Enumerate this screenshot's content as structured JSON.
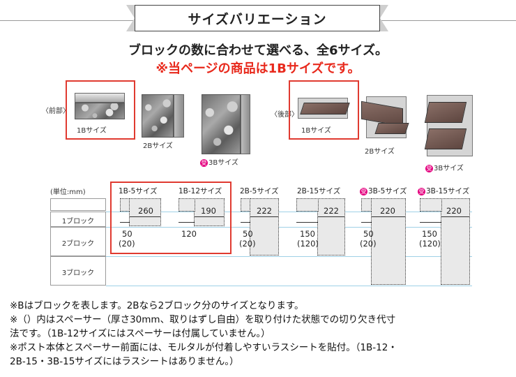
{
  "header": {
    "title": "サイズバリエーション",
    "lead_line1": "ブロックの数に合わせて選べる、全6サイズ。",
    "lead_line2": "※当ページの商品は1Bサイズです。"
  },
  "figures": {
    "front_label": "〈前部〉",
    "back_label": "〈後部〉",
    "front_items": [
      {
        "label": "1Bサイズ"
      },
      {
        "label": "2Bサイズ"
      },
      {
        "label": "3Bサイズ",
        "badge": "受"
      }
    ],
    "back_items": [
      {
        "label": "1Bサイズ"
      },
      {
        "label": "2Bサイズ"
      },
      {
        "label": "3Bサイズ",
        "badge": "受"
      }
    ]
  },
  "table": {
    "unit_label": "(単位:mm)",
    "rows": [
      "1ブロック",
      "2ブロック",
      "3ブロック"
    ],
    "columns": [
      {
        "name": "1B-5サイズ",
        "top": "260",
        "bottom": "50",
        "bottom2": "(20)"
      },
      {
        "name": "1B-12サイズ",
        "top": "190",
        "bottom": "120",
        "bottom2": ""
      },
      {
        "name": "2B-5サイズ",
        "top": "222",
        "bottom": "50",
        "bottom2": "(20)"
      },
      {
        "name": "2B-15サイズ",
        "top": "222",
        "bottom": "150",
        "bottom2": "(120)"
      },
      {
        "name": "3B-5サイズ",
        "badge": "受",
        "top": "220",
        "bottom": "50",
        "bottom2": "(20)"
      },
      {
        "name": "3B-15サイズ",
        "badge": "受",
        "top": "220",
        "bottom": "150",
        "bottom2": "(120)"
      }
    ]
  },
  "notes": [
    "※Bはブロックを表します。2Bなら2ブロック分のサイズとなります。",
    "※（）内はスペーサー（厚さ30mm、取りはずし自由）を取り付けた状態での切り欠き代寸",
    "法です。（1B-12サイズにはスペーサーは付属していません。）",
    "※ポスト本体とスペーサー前面には、モルタルが付着しやすいラスシートを貼付。（1B-12・",
    "2B-15・3B-15サイズにはラスシートはありません。）"
  ],
  "colors": {
    "accent_red": "#e8291c",
    "badge_magenta": "#e4007f",
    "row_line": "#9fd0e6"
  }
}
